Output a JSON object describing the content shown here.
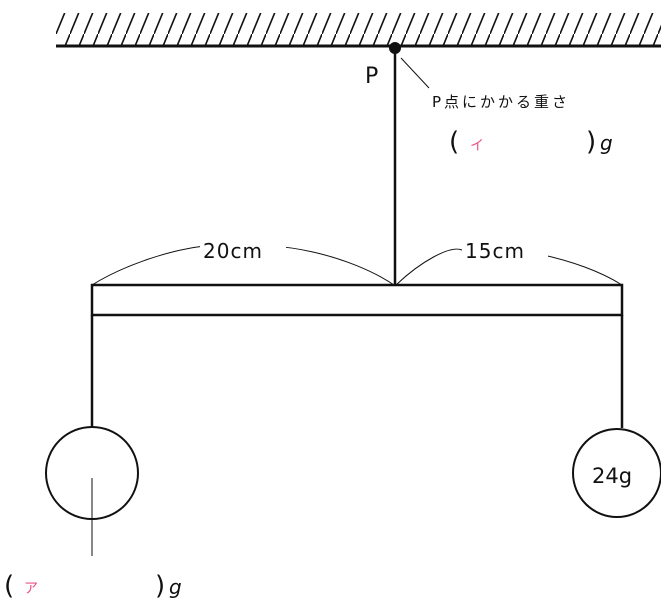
{
  "diagram": {
    "point_label": "P",
    "callout_text": "P点にかかる重さ",
    "answer_p": {
      "open_paren": "(",
      "letter": "イ",
      "close_paren": ")",
      "unit": "g"
    },
    "answer_left": {
      "open_paren": "(",
      "letter": "ア",
      "close_paren": ")",
      "unit": "g"
    },
    "left_length_label": "20cm",
    "right_length_label": "15cm",
    "right_weight_label": "24g"
  },
  "colors": {
    "line": "#111111",
    "answer_letter": "#e8558a",
    "background": "#ffffff"
  }
}
